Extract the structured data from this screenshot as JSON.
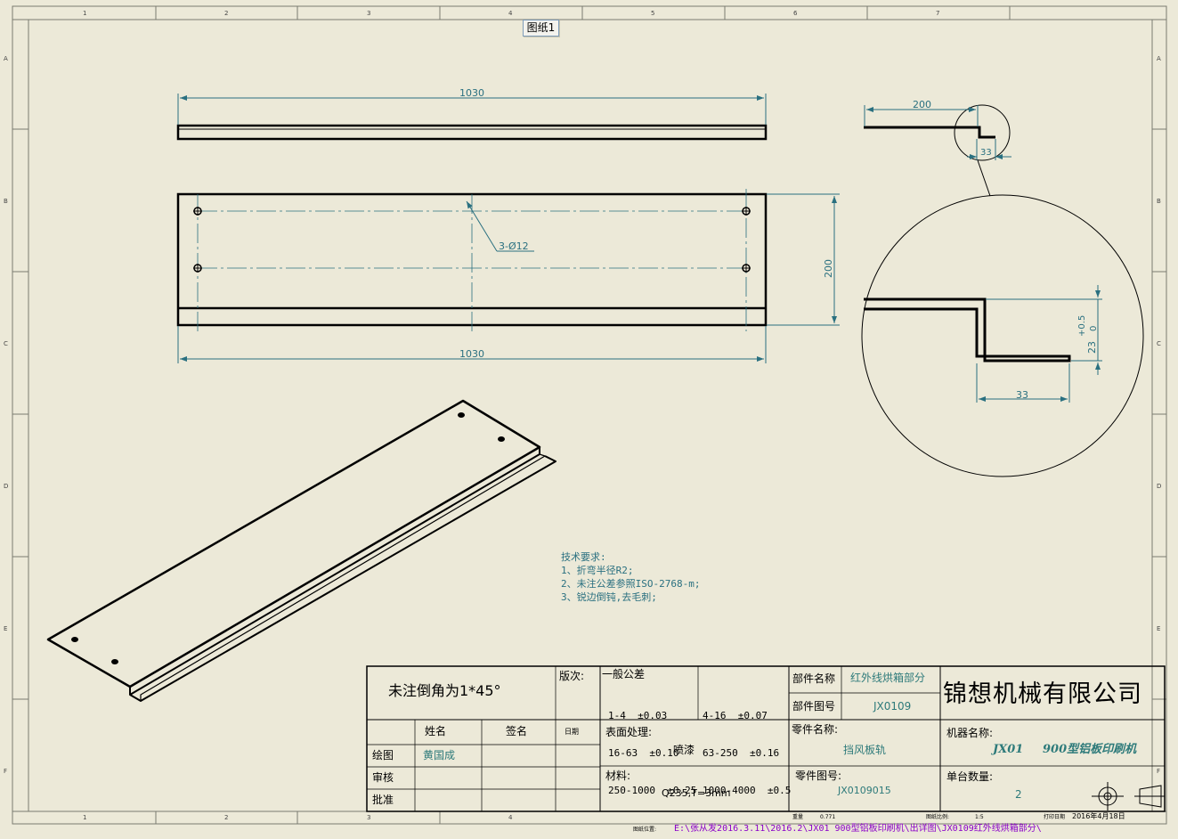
{
  "sheet_tab": "图纸1",
  "border": {
    "cols_top": [
      "1",
      "2",
      "3",
      "4",
      "5",
      "6",
      "7"
    ],
    "cols_bottom": [
      "1",
      "2",
      "3",
      "4"
    ],
    "rows": [
      "A",
      "B",
      "C",
      "D",
      "E",
      "F"
    ]
  },
  "dims": {
    "top_width": "1030",
    "front_width": "1030",
    "front_height": "200",
    "hole_callout": "3-Ø12",
    "side_length": "200",
    "side_step": "33",
    "detail_width": "33",
    "detail_height": "23",
    "detail_tol_upper": "+0.5",
    "detail_tol_lower": "0"
  },
  "tech_requirements": {
    "title": "技术要求:",
    "items": [
      "1、折弯半径R2;",
      "2、未注公差参照ISO-2768-m;",
      "3、锐边倒钝,去毛刺;"
    ]
  },
  "title_block": {
    "chamfer_note": "未注倒角为1*45°",
    "version_label": "版次:",
    "general_tol_label": "一般公差",
    "tolerances_left": [
      "1-4  ±0.03",
      "16-63  ±0.10",
      "250-1000  ±0.25"
    ],
    "tolerances_right": [
      "4-16  ±0.07",
      "63-250  ±0.16",
      "1000-4000  ±0.5"
    ],
    "part_name_label": "部件名称",
    "part_name_value": "红外线烘箱部分",
    "part_no_label": "部件图号",
    "part_no_value": "JX0109",
    "company": "锦想机械有限公司",
    "col_name": "姓名",
    "col_sign": "签名",
    "col_date": "日期",
    "row_draw": "绘图",
    "drawer": "黄国成",
    "row_check": "审核",
    "row_approve": "批准",
    "surface_label": "表面处理:",
    "surface_value": "喷漆",
    "material_label": "材料:",
    "material_value": "Q235,T=3mm",
    "component_name_label": "零件名称:",
    "component_name_value": "挡风板轨",
    "component_no_label": "零件图号:",
    "component_no_value": "JX0109015",
    "machine_label": "机器名称:",
    "machine_code": "JX01",
    "machine_name": "900型铝板印刷机",
    "qty_label": "单台数量:",
    "qty_value": "2",
    "weight_label": "重量",
    "weight_value": "0.771",
    "scale_label": "图纸比例:",
    "scale_value": "1:5",
    "date_label": "打印日期",
    "date_value": "2016年4月18日",
    "path_label": "图纸位置:",
    "path_value": "E:\\张从发2016.3.11\\2016.2\\JX01   900型铝板印刷机\\出详图\\JX0109红外线烘箱部分\\"
  },
  "colors": {
    "background": "#ece9d8",
    "line": "#000000",
    "dimension": "#2a7080",
    "value_text": "#2d7a7a",
    "path_text": "#8a00c8"
  }
}
